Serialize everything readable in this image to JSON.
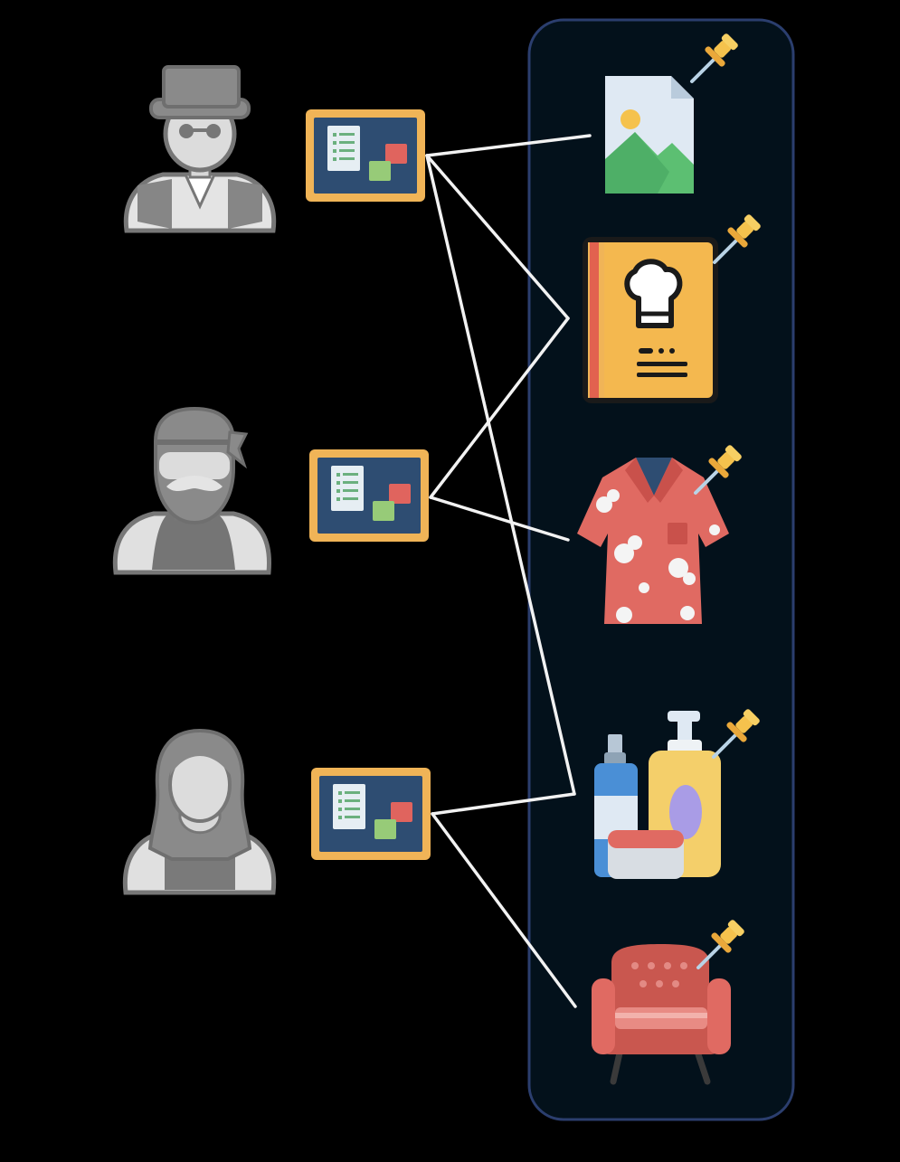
{
  "diagram": {
    "users": [
      {
        "id": "user-top-hat",
        "icon": "man-top-hat-sunglasses-icon"
      },
      {
        "id": "user-bandana",
        "icon": "man-bandana-mustache-icon"
      },
      {
        "id": "user-woman",
        "icon": "woman-long-hair-icon"
      }
    ],
    "boards": [
      {
        "id": "board-1",
        "icon": "pinboard-icon",
        "owner": "user-top-hat"
      },
      {
        "id": "board-2",
        "icon": "pinboard-icon",
        "owner": "user-bandana"
      },
      {
        "id": "board-3",
        "icon": "pinboard-icon",
        "owner": "user-woman"
      }
    ],
    "pins": [
      {
        "id": "pin-image",
        "icon": "image-file-icon"
      },
      {
        "id": "pin-recipe",
        "icon": "recipe-book-icon"
      },
      {
        "id": "pin-shirt",
        "icon": "hawaiian-shirt-icon"
      },
      {
        "id": "pin-cosmetics",
        "icon": "cosmetics-bottles-icon"
      },
      {
        "id": "pin-armchair",
        "icon": "armchair-icon"
      }
    ],
    "connections": [
      {
        "from": "board-1",
        "to": "pin-image"
      },
      {
        "from": "board-1",
        "to": "pin-recipe"
      },
      {
        "from": "board-1",
        "to": "pin-cosmetics"
      },
      {
        "from": "board-2",
        "to": "pin-recipe"
      },
      {
        "from": "board-2",
        "to": "pin-shirt"
      },
      {
        "from": "board-3",
        "to": "pin-cosmetics"
      },
      {
        "from": "board-3",
        "to": "pin-armchair"
      }
    ],
    "colors": {
      "background": "#000000",
      "panel_fill": "#03111b",
      "panel_stroke": "#2b3e6e",
      "connector": "#f2f2f2",
      "user_gray": "#8a8a8a",
      "board_frame": "#f0b457",
      "board_inner": "#2e4d72",
      "pushpin": "#f5c24d"
    }
  }
}
